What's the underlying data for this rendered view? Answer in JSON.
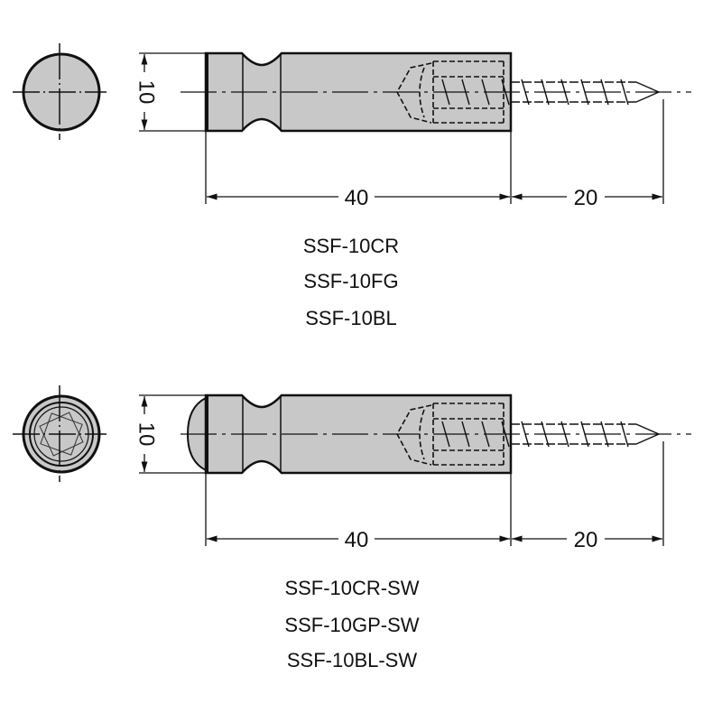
{
  "parts": [
    {
      "variant": "plain-end",
      "dims": {
        "diameter": "10",
        "body_length": "40",
        "screw_length": "20"
      },
      "models": [
        "SSF-10CR",
        "SSF-10FG",
        "SSF-10BL"
      ]
    },
    {
      "variant": "crystal-end",
      "dims": {
        "diameter": "10",
        "body_length": "40",
        "screw_length": "20"
      },
      "models": [
        "SSF-10CR-SW",
        "SSF-10GP-SW",
        "SSF-10BL-SW"
      ]
    }
  ],
  "colors": {
    "body_fill": "#c8c8c8",
    "line": "#111111"
  }
}
